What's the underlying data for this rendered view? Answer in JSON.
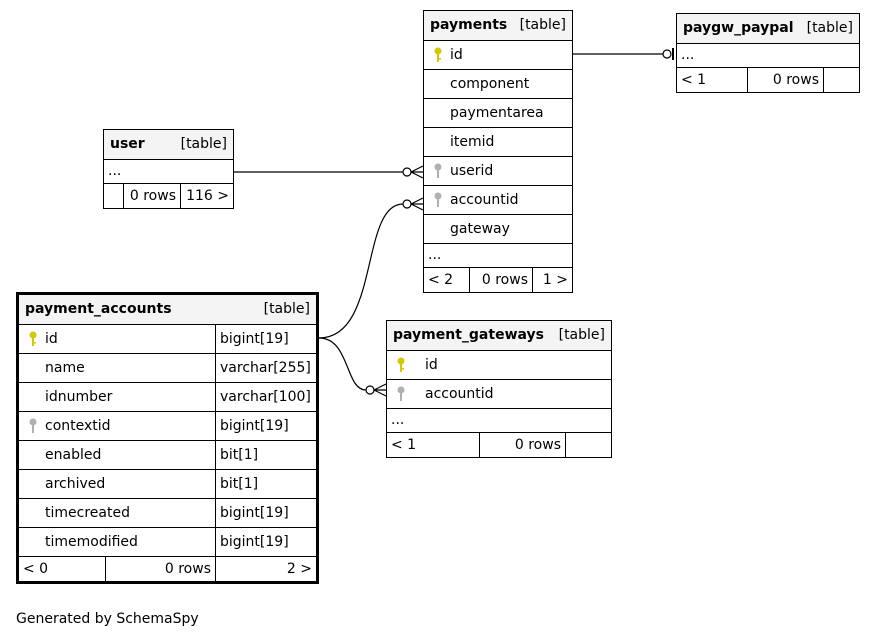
{
  "tables": {
    "payments": {
      "name": "payments",
      "tag": "[table]",
      "columns": [
        "id",
        "component",
        "paymentarea",
        "itemid",
        "userid",
        "accountid",
        "gateway"
      ],
      "ellipsis": "...",
      "footer": [
        "< 2",
        "0 rows",
        "1 >"
      ]
    },
    "paygw_paypal": {
      "name": "paygw_paypal",
      "tag": "[table]",
      "ellipsis": "...",
      "footer": [
        "< 1",
        "0 rows",
        ""
      ]
    },
    "user": {
      "name": "user",
      "tag": "[table]",
      "ellipsis": "...",
      "footer": [
        "",
        "0 rows",
        "116 >"
      ]
    },
    "payment_accounts": {
      "name": "payment_accounts",
      "tag": "[table]",
      "columns": [
        {
          "name": "id",
          "type": "bigint[19]"
        },
        {
          "name": "name",
          "type": "varchar[255]"
        },
        {
          "name": "idnumber",
          "type": "varchar[100]"
        },
        {
          "name": "contextid",
          "type": "bigint[19]"
        },
        {
          "name": "enabled",
          "type": "bit[1]"
        },
        {
          "name": "archived",
          "type": "bit[1]"
        },
        {
          "name": "timecreated",
          "type": "bigint[19]"
        },
        {
          "name": "timemodified",
          "type": "bigint[19]"
        }
      ],
      "footer": [
        "< 0",
        "0 rows",
        "2 >"
      ]
    },
    "payment_gateways": {
      "name": "payment_gateways",
      "tag": "[table]",
      "columns": [
        "id",
        "accountid"
      ],
      "ellipsis": "...",
      "footer": [
        "< 1",
        "0 rows",
        ""
      ]
    }
  },
  "colors": {
    "primary_key": "#d4c800",
    "foreign_key": "#b0b0b0",
    "header_bg": "#f4f4f4"
  },
  "generated_by": "Generated by SchemaSpy"
}
